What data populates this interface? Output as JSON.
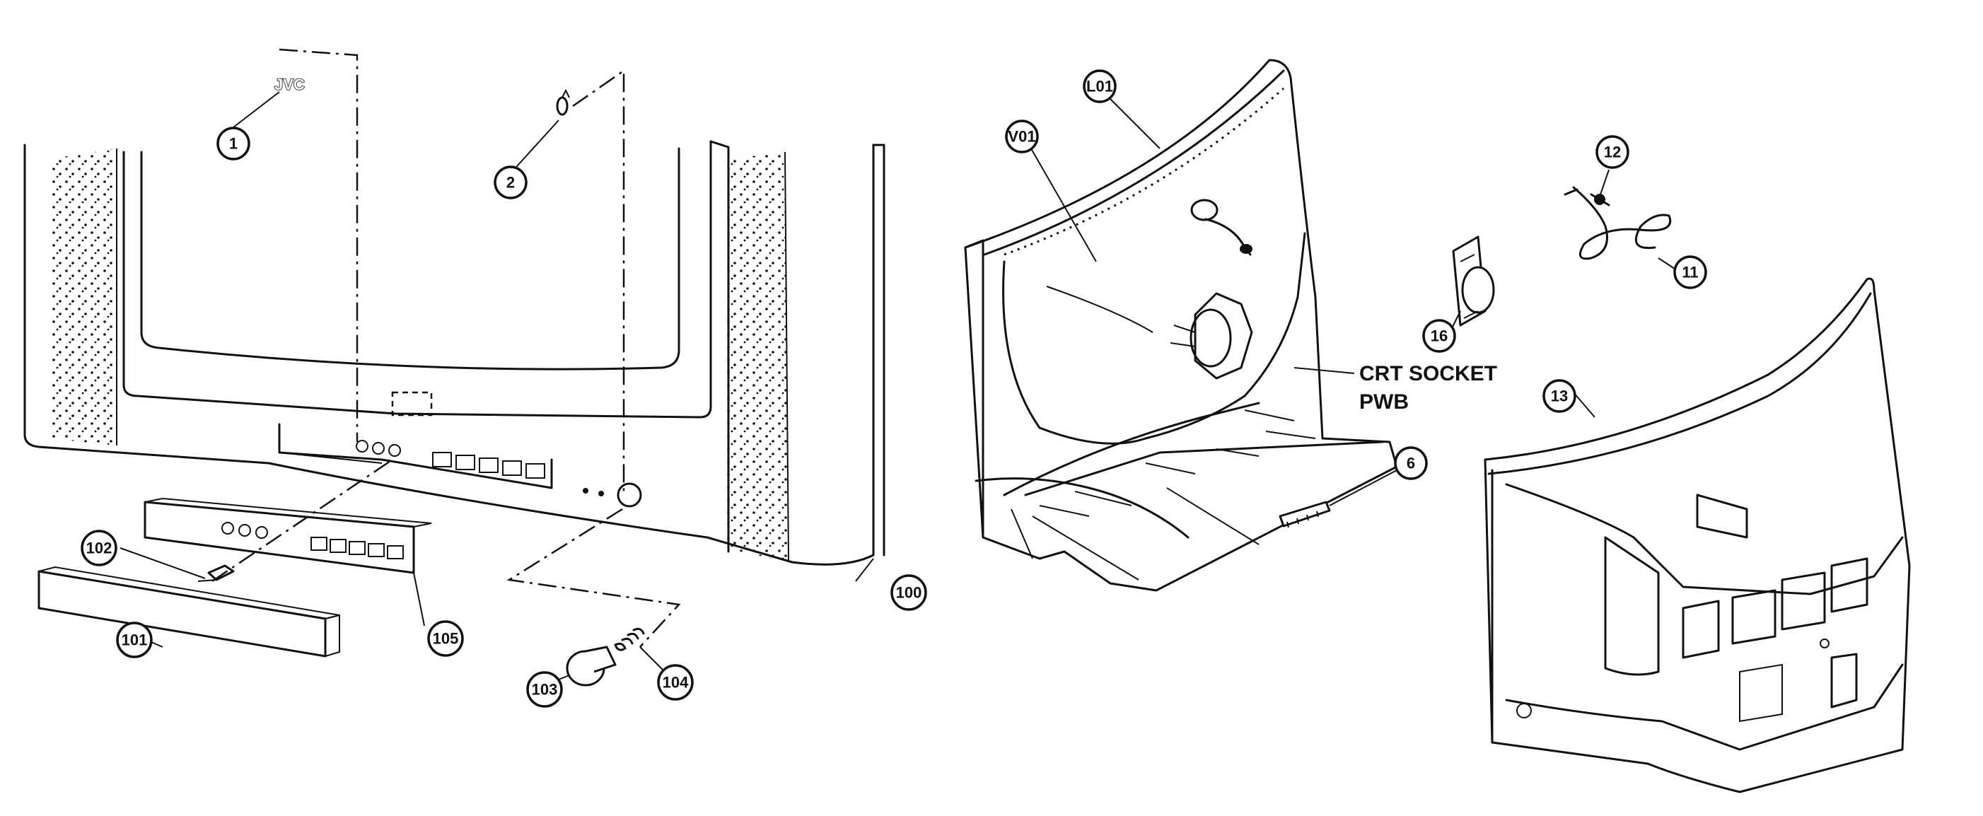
{
  "logo_text": "JVC",
  "labels": {
    "crt_socket_line1": "CRT SOCKET",
    "crt_socket_line2": "PWB"
  },
  "callouts": [
    {
      "id": "1"
    },
    {
      "id": "2"
    },
    {
      "id": "100"
    },
    {
      "id": "101"
    },
    {
      "id": "102"
    },
    {
      "id": "103"
    },
    {
      "id": "104"
    },
    {
      "id": "105"
    },
    {
      "id": "L01"
    },
    {
      "id": "V01"
    },
    {
      "id": "6"
    },
    {
      "id": "16"
    },
    {
      "id": "12"
    },
    {
      "id": "11"
    },
    {
      "id": "13"
    }
  ]
}
